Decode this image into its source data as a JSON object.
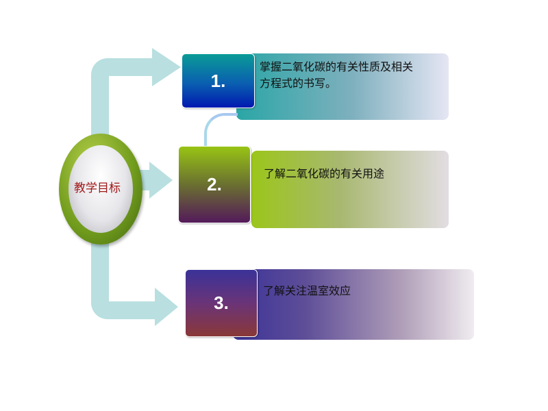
{
  "center": {
    "label": "教学目标"
  },
  "items": [
    {
      "number": "1.",
      "text_line1": "掌握二氧化碳的有关性质及相关",
      "text_line2": "方程式的书写。"
    },
    {
      "number": "2.",
      "text": "了解二氧化碳的有关用途"
    },
    {
      "number": "3.",
      "text": "了解关注温室效应"
    }
  ]
}
